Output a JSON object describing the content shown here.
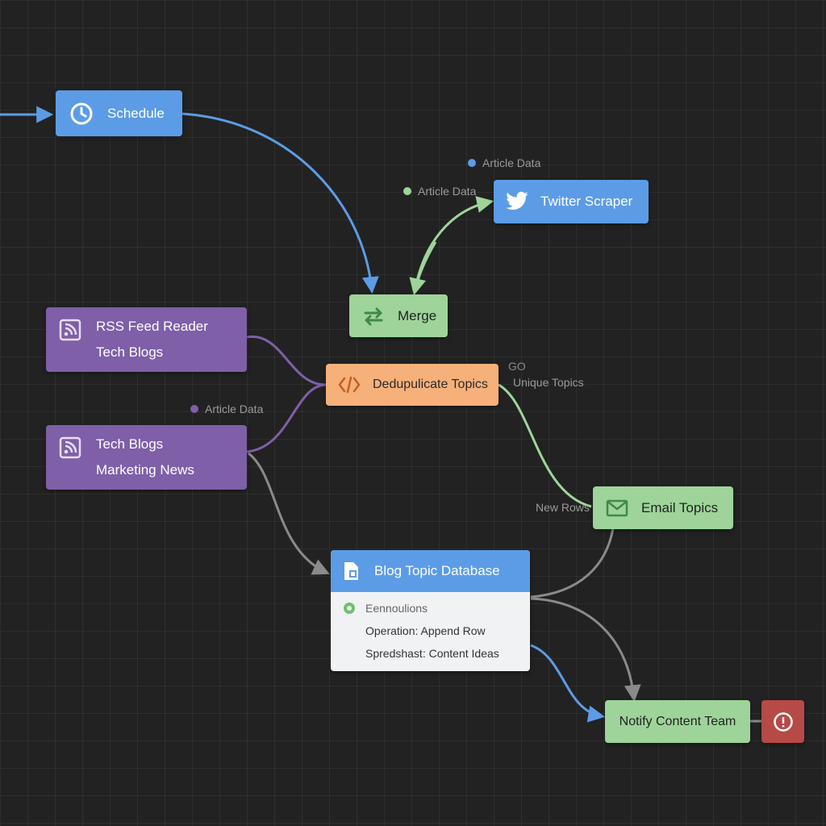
{
  "nodes": {
    "schedule": "Schedule",
    "twitter": "Twitter Scraper",
    "merge": "Merge",
    "rss": {
      "line1": "RSS Feed Reader",
      "line2": "Tech Blogs"
    },
    "dedupe": "Dedupulicate Topics",
    "tech": {
      "line1": "Tech Blogs",
      "line2": "Marketing News"
    },
    "email": "Email Topics",
    "db": {
      "title": "Blog Topic Database",
      "rows": [
        "Eennoulions",
        "Operation: Append Row",
        "Spredshast: Content Ideas"
      ]
    },
    "notify": "Notify Content Team"
  },
  "labels": {
    "article_data_blue": "Article Data",
    "article_data_green": "Article Data",
    "article_data_purple": "Article Data",
    "unique_topics": "Unique Topics",
    "unique_glyph": "GO",
    "new_rows": "New Rows"
  },
  "colors": {
    "background": "#222222",
    "blue": "#5c9ce6",
    "green": "#9ed49a",
    "purple": "#7e5fa8",
    "orange": "#f6b07a",
    "red": "#b64a46",
    "gray_wire": "#8a8a8a"
  },
  "icons": {
    "schedule": "clock-icon",
    "twitter": "twitter-bird-icon",
    "merge": "merge-arrows-icon",
    "rss": "rss-feed-icon",
    "dedupe": "code-icon",
    "email": "envelope-icon",
    "db": "database-file-icon",
    "settings": "settings-icon",
    "error": "alert-icon"
  }
}
